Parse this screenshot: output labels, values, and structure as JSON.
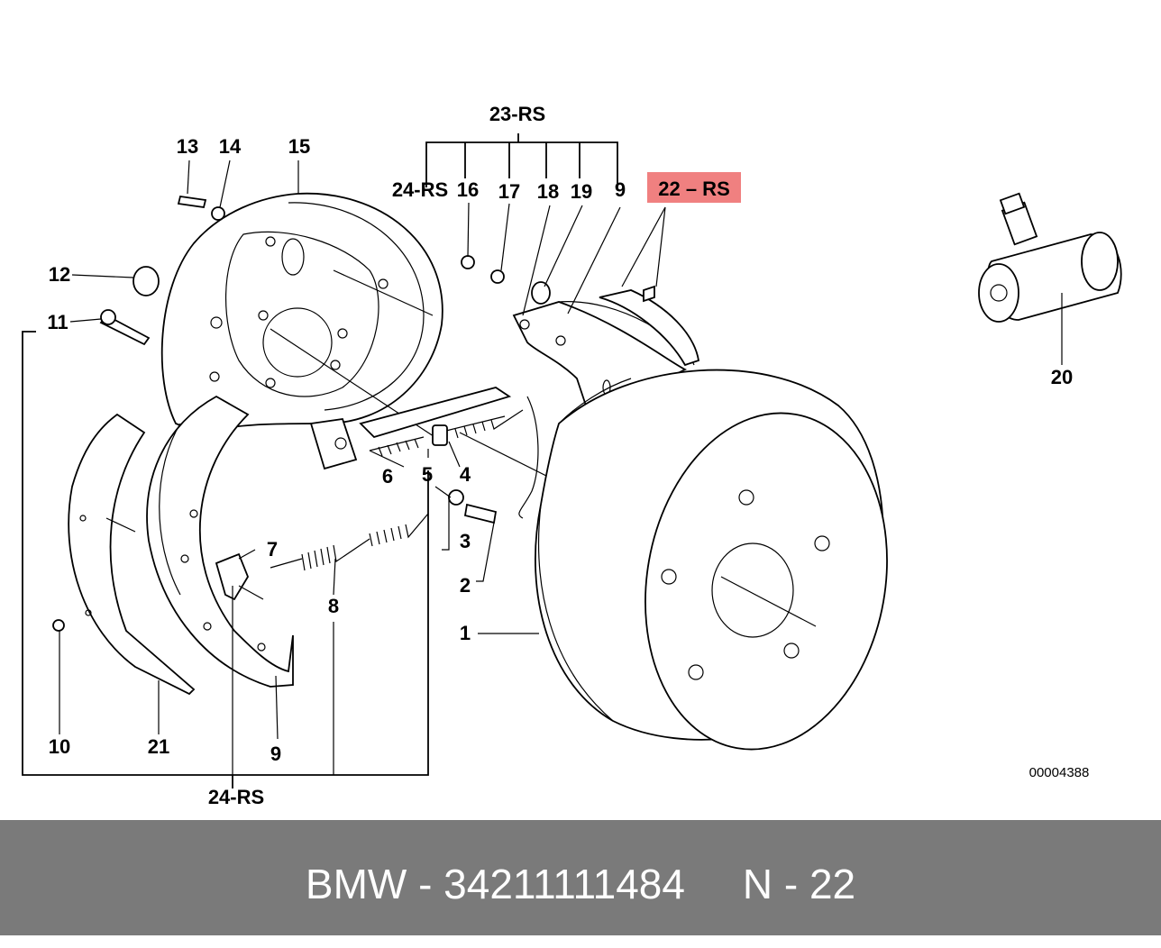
{
  "labels": {
    "l1": "1",
    "l2": "2",
    "l3": "3",
    "l4": "4",
    "l5": "5",
    "l6": "6",
    "l7": "7",
    "l8": "8",
    "l9a": "9",
    "l9b": "9",
    "l10": "10",
    "l11": "11",
    "l12": "12",
    "l13": "13",
    "l14": "14",
    "l15": "15",
    "l16": "16",
    "l17": "17",
    "l18": "18",
    "l19": "19",
    "l20": "20",
    "l21": "21",
    "l22": "22 – RS",
    "l23": "23-RS",
    "l24a": "24-RS",
    "l24b": "24-RS"
  },
  "drawing_number": "00004388",
  "footer": "BMW - 34211111484     N - 22",
  "highlight_color": "#f08080"
}
